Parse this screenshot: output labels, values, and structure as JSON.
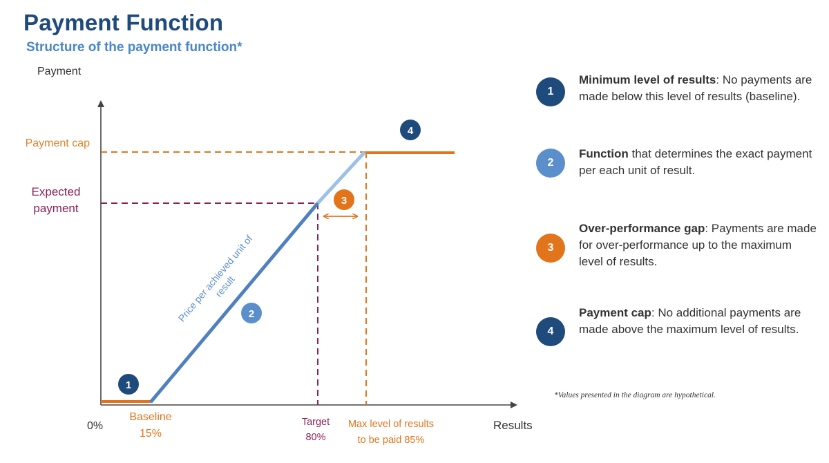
{
  "header": {
    "title": "Payment Function",
    "subtitle": "Structure of the payment function*"
  },
  "axes": {
    "y_label": "Payment",
    "x_label": "Results",
    "origin_label": "0%"
  },
  "y_markers": {
    "payment_cap": "Payment cap",
    "expected_line1": "Expected",
    "expected_line2": "payment"
  },
  "x_markers": {
    "baseline_line1": "Baseline",
    "baseline_line2": "15%",
    "target_line1": "Target",
    "target_line2": "80%",
    "max_line1": "Max level of results",
    "max_line2": "to be paid 85%"
  },
  "curve_label": {
    "line1": "Price per achieved unit of",
    "line2": "result"
  },
  "badges": {
    "b1": "1",
    "b2": "2",
    "b3": "3",
    "b4": "4"
  },
  "legend": [
    {
      "number": "1",
      "bold": "Minimum level of results",
      "rest": ": No payments are made below this level of results (baseline).",
      "color": "#1f4a7c"
    },
    {
      "number": "2",
      "bold": "Function",
      "rest": " that determines the exact payment per each unit of result.",
      "color": "#5b8fcc"
    },
    {
      "number": "3",
      "bold": "Over-performance gap",
      "rest": ": Payments are made for over-performance up to the maximum level of results.",
      "color": "#e2741b"
    },
    {
      "number": "4",
      "bold": "Payment cap",
      "rest": ": No additional payments are made above the maximum level of results.",
      "color": "#1f4a7c"
    }
  ],
  "footnote": "*Values presented in the diagram are hypothetical.",
  "colors": {
    "navy": "#1f4a7c",
    "blue": "#4f80c0",
    "light_blue": "#9cc0e6",
    "orange": "#e2741b",
    "maroon": "#8b1f58",
    "axis": "#444444"
  }
}
